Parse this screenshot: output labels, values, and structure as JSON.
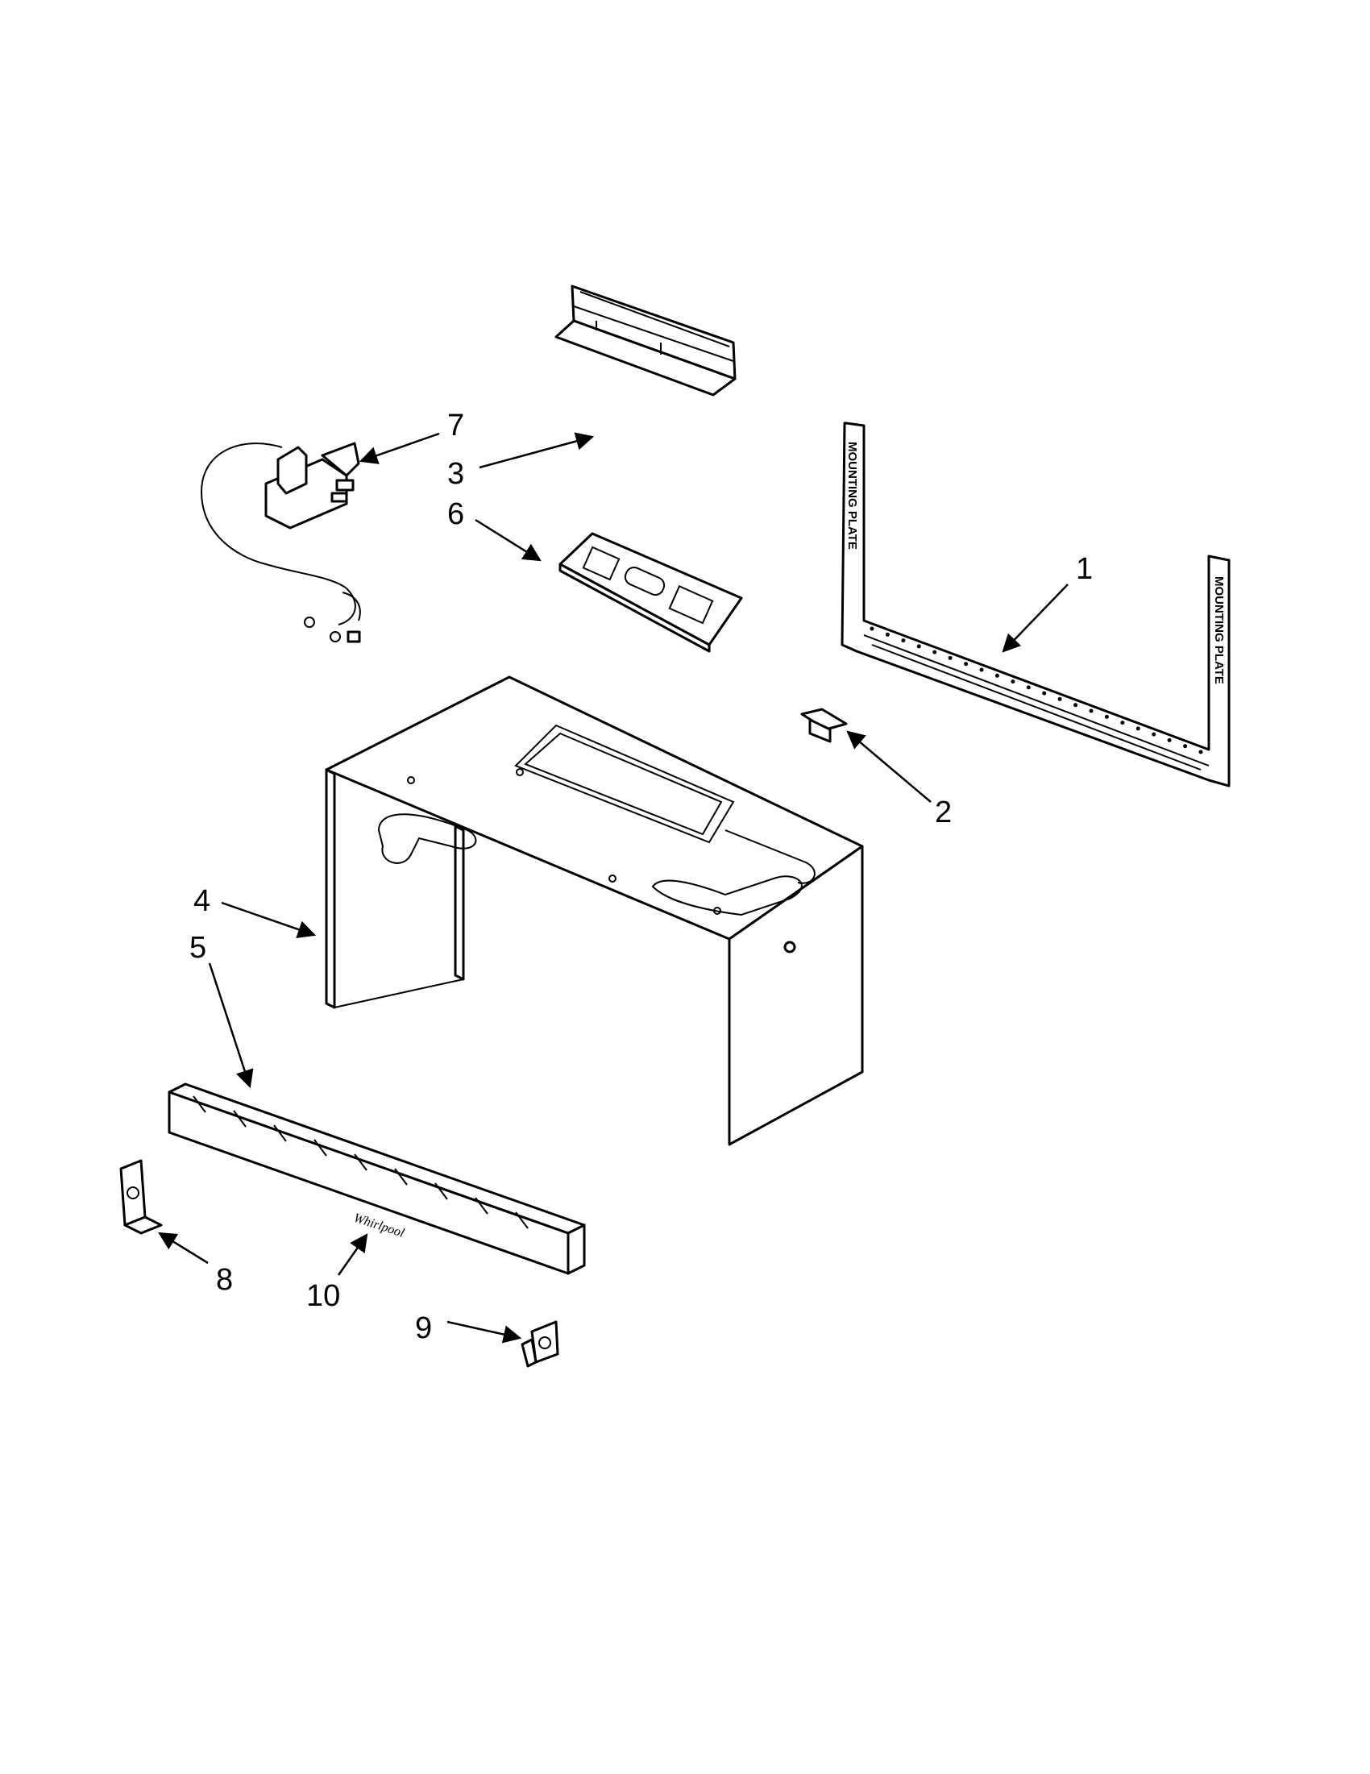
{
  "diagram": {
    "mounting_plate_text": "MOUNTING PLATE",
    "logo_text": "Whirlpool",
    "callouts": [
      {
        "id": "1",
        "label": "1"
      },
      {
        "id": "2",
        "label": "2"
      },
      {
        "id": "3",
        "label": "3"
      },
      {
        "id": "4",
        "label": "4"
      },
      {
        "id": "5",
        "label": "5"
      },
      {
        "id": "6",
        "label": "6"
      },
      {
        "id": "7",
        "label": "7"
      },
      {
        "id": "8",
        "label": "8"
      },
      {
        "id": "9",
        "label": "9"
      },
      {
        "id": "10",
        "label": "10"
      }
    ]
  }
}
